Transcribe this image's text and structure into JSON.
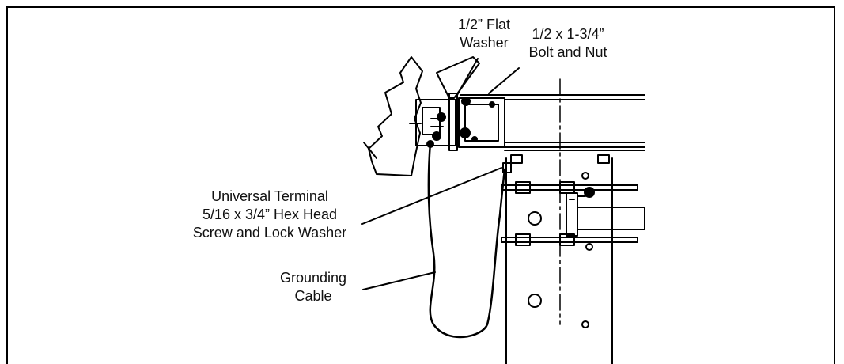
{
  "callouts": {
    "flat_washer": {
      "line1": "1/2” Flat",
      "line2": "Washer"
    },
    "bolt_nut": {
      "line1": "1/2 x 1-3/4”",
      "line2": "Bolt and Nut"
    },
    "universal_terminal": {
      "line1": "Universal Terminal",
      "line2": "5/16 x 3/4” Hex Head",
      "line3": "Screw and Lock Washer"
    },
    "grounding_cable": {
      "line1": "Grounding",
      "line2": "Cable"
    }
  },
  "colors": {
    "ink": "#000000",
    "background": "#ffffff"
  }
}
